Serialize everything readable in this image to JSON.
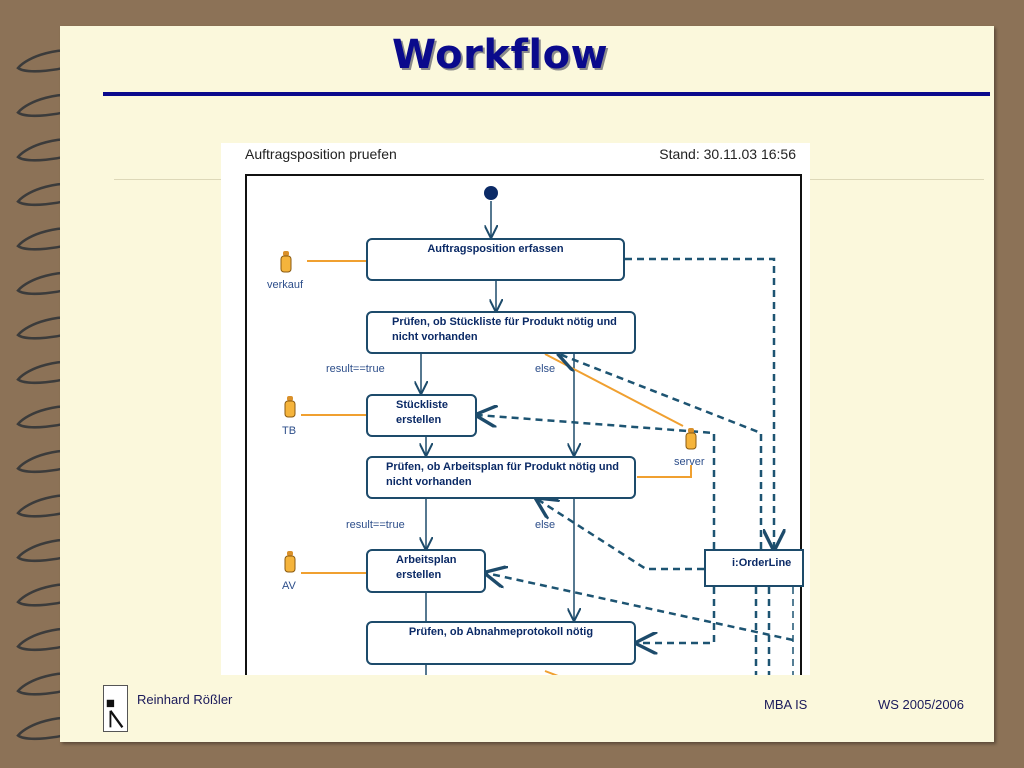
{
  "slide": {
    "title": "Workflow",
    "author": "Reinhard Rößler",
    "course": "MBA   IS",
    "semester": "WS 2005/2006",
    "logo_icon": "institution-logo"
  },
  "diagram": {
    "title": "Auftragsposition pruefen",
    "stand": "Stand: 30.11.03 16:56",
    "actors": [
      {
        "name": "verkauf",
        "icon": "actor-icon"
      },
      {
        "name": "TB",
        "icon": "actor-icon"
      },
      {
        "name": "server",
        "icon": "actor-icon"
      },
      {
        "name": "AV",
        "icon": "actor-icon"
      }
    ],
    "activities": [
      {
        "label": "Auftragsposition erfassen"
      },
      {
        "label": "Prüfen, ob Stückliste für Produkt nötig und nicht vorhanden"
      },
      {
        "label": "Stückliste erstellen"
      },
      {
        "label": "Prüfen, ob Arbeitsplan für Produkt nötig und nicht vorhanden"
      },
      {
        "label": "Arbeitsplan erstellen"
      },
      {
        "label": "Prüfen, ob Abnahmeprotokoll nötig"
      }
    ],
    "guards": [
      {
        "label": "result==true"
      },
      {
        "label": "else"
      },
      {
        "label": "result==true"
      },
      {
        "label": "else"
      }
    ],
    "object": {
      "label": "i:OrderLine"
    },
    "colors": {
      "flow": "#1d4b6b",
      "actor_link": "#f0a030",
      "dashed": "#1d5472"
    }
  }
}
